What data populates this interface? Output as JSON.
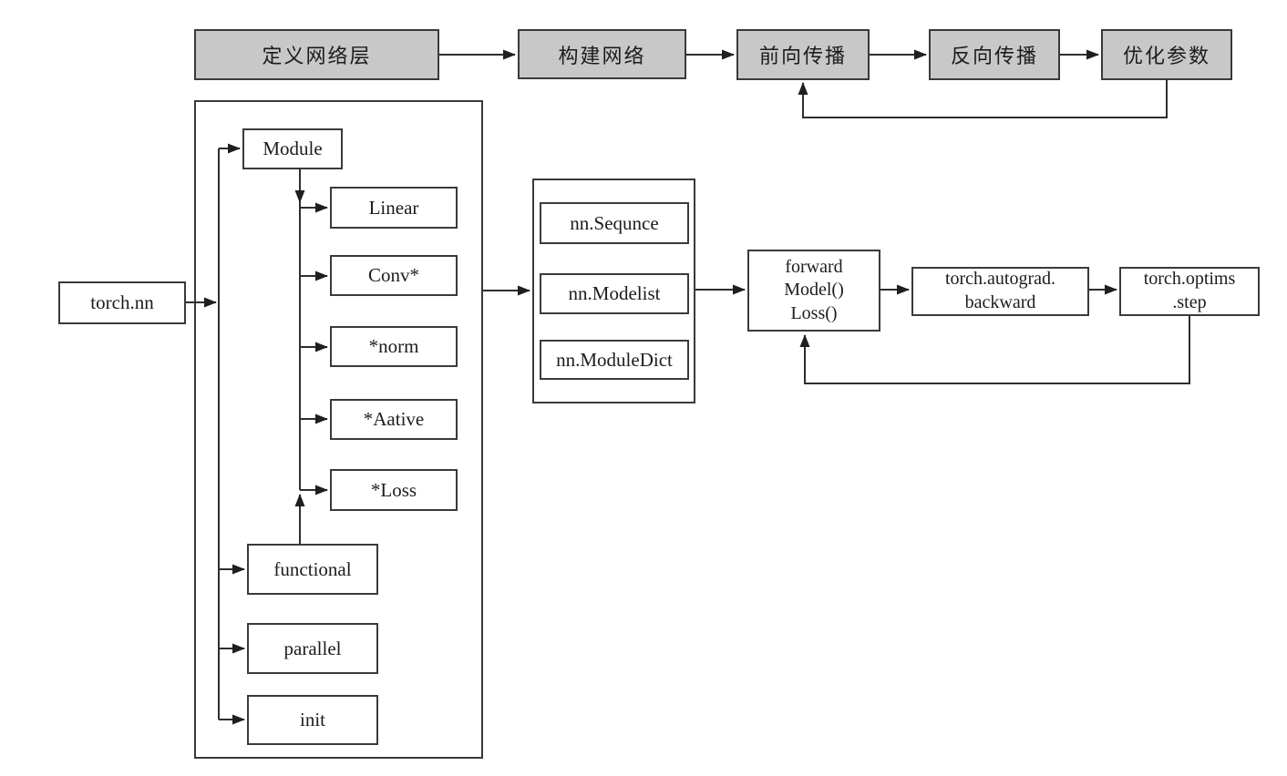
{
  "top_flow": {
    "steps": [
      {
        "label": "定义网络层"
      },
      {
        "label": "构建网络"
      },
      {
        "label": "前向传播"
      },
      {
        "label": "反向传播"
      },
      {
        "label": "优化参数"
      }
    ]
  },
  "torch_nn": {
    "root": "torch.nn",
    "module": "Module",
    "module_children": [
      {
        "label": "Linear"
      },
      {
        "label": "Conv*"
      },
      {
        "label": "*norm"
      },
      {
        "label": "*Aative"
      },
      {
        "label": "*Loss"
      }
    ],
    "siblings": [
      {
        "label": "functional"
      },
      {
        "label": "parallel"
      },
      {
        "label": "init"
      }
    ]
  },
  "container_group": [
    {
      "label": "nn.Sequnce"
    },
    {
      "label": "nn.Modelist"
    },
    {
      "label": "nn.ModuleDict"
    }
  ],
  "run_flow": {
    "forward_box": {
      "lines": [
        "forward",
        "Model()",
        "Loss()"
      ]
    },
    "backward_box": {
      "lines": [
        "torch.autograd.",
        "backward"
      ]
    },
    "optim_box": {
      "lines": [
        "torch.optims",
        ".step"
      ]
    }
  },
  "colors": {
    "step_fill_gray": "#c8c8c8",
    "node_fill_white": "#ffffff",
    "border": "#3a3a3a",
    "wire": "#2e2e2e",
    "background": "#ffffff"
  }
}
